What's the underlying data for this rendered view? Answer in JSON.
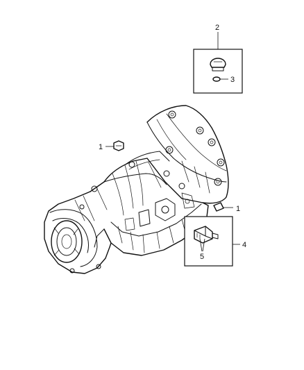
{
  "callouts": {
    "c2": "2",
    "c3": "3",
    "c1_left": "1",
    "c1_right": "1",
    "c4": "4",
    "c5": "5"
  },
  "colors": {
    "line": "#111111",
    "background": "#ffffff"
  }
}
